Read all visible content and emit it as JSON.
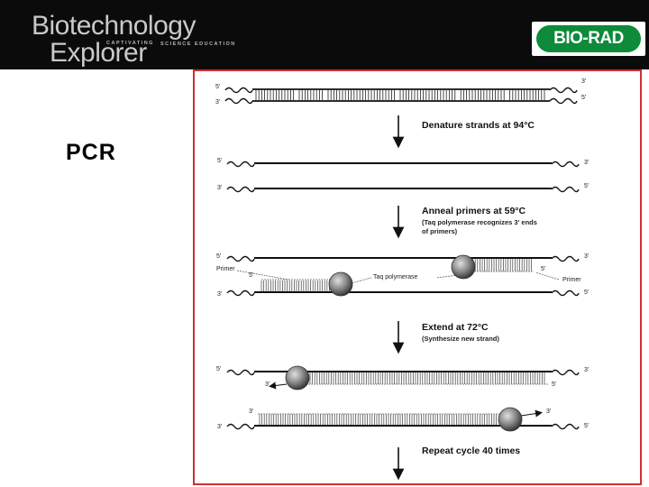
{
  "header": {
    "logo_line1": "Biotechnology",
    "logo_line2": "Explorer",
    "logo_tagline_left": "CAPTIVATING",
    "logo_tagline_right": "SCIENCE EDUCATION",
    "brand": "BIO-RAD",
    "brand_color": "#0e8a3b"
  },
  "slide": {
    "title": "PCR"
  },
  "diagram": {
    "steps": {
      "denature": "Denature strands at 94°C",
      "anneal": "Anneal primers at 59°C",
      "anneal_note_line1": "(Taq polymerase recognizes 3' ends",
      "anneal_note_line2": "of primers)",
      "extend": "Extend at 72°C",
      "extend_note": "(Synthesize new strand)",
      "repeat": "Repeat cycle 40 times"
    },
    "labels": {
      "five_prime": "5'",
      "three_prime": "3'",
      "primer": "Primer",
      "taq_polymerase": "Taq polymerase"
    },
    "frame_color": "#d03030",
    "icons": [
      "down-arrow-icon",
      "polymerase-sphere-icon"
    ]
  }
}
